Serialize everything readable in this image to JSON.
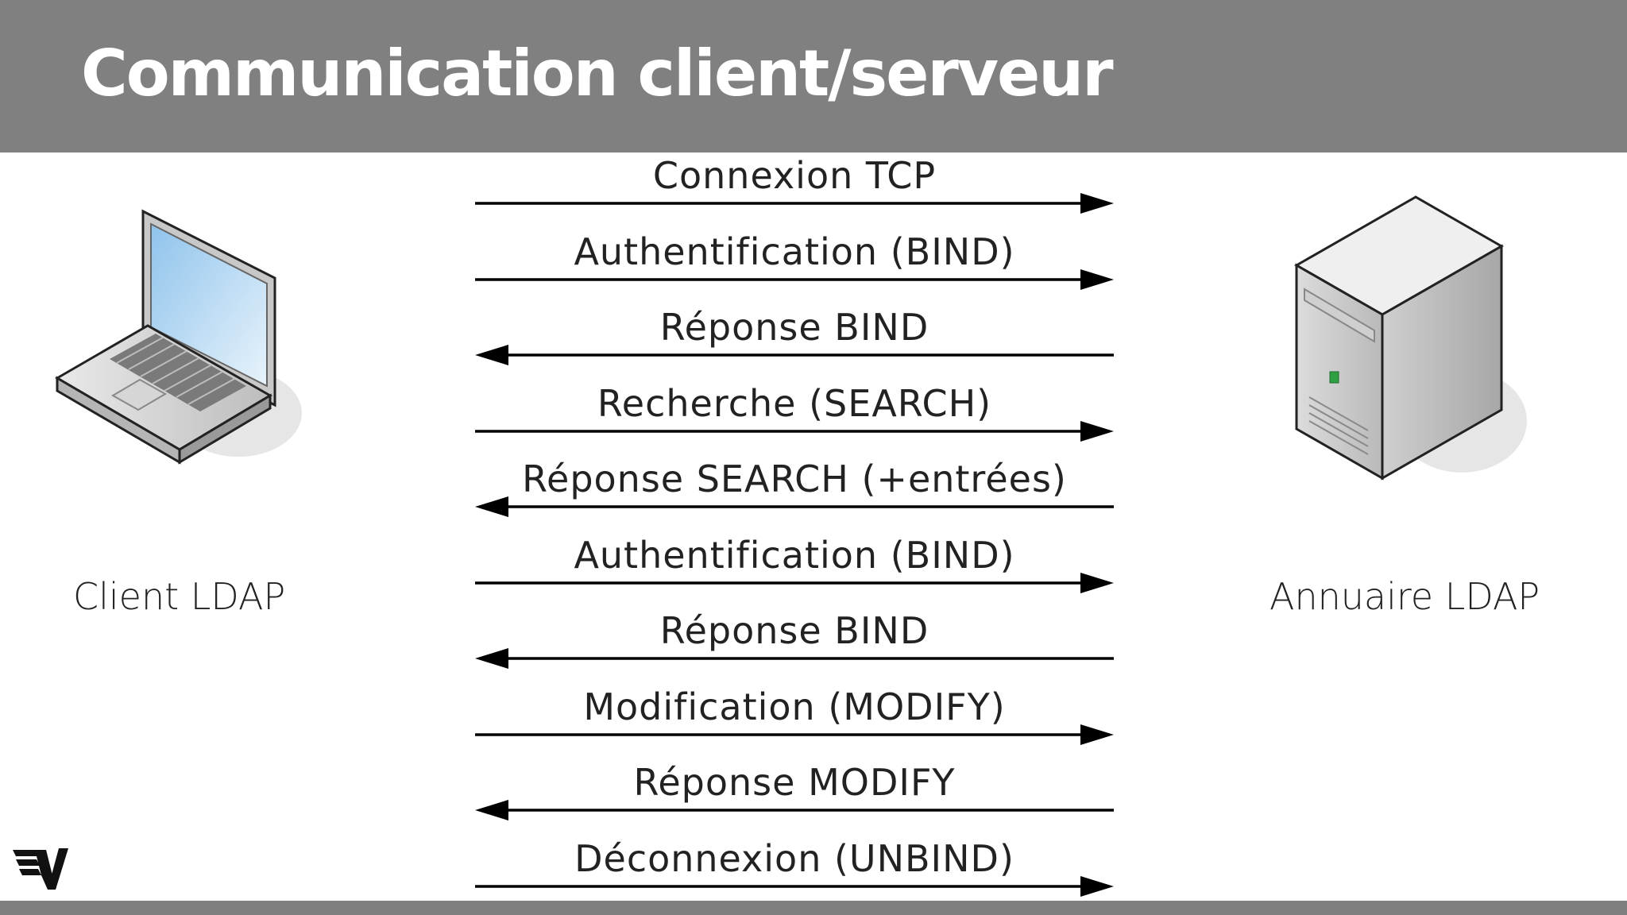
{
  "title": "Communication client/serveur",
  "client": {
    "label": "Client LDAP",
    "icon": "laptop-icon"
  },
  "server": {
    "label": "Annuaire LDAP",
    "icon": "server-icon"
  },
  "messages": [
    {
      "label": "Connexion TCP",
      "direction": "to-server"
    },
    {
      "label": "Authentification (BIND)",
      "direction": "to-server"
    },
    {
      "label": "Réponse BIND",
      "direction": "to-client"
    },
    {
      "label": "Recherche (SEARCH)",
      "direction": "to-server"
    },
    {
      "label": "Réponse SEARCH (+entrées)",
      "direction": "to-client"
    },
    {
      "label": "Authentification (BIND)",
      "direction": "to-server"
    },
    {
      "label": "Réponse BIND",
      "direction": "to-client"
    },
    {
      "label": "Modification (MODIFY)",
      "direction": "to-server"
    },
    {
      "label": "Réponse MODIFY",
      "direction": "to-client"
    },
    {
      "label": "Déconnexion (UNBIND)",
      "direction": "to-server"
    }
  ],
  "logo": {
    "icon": "brand-logo-icon"
  },
  "colors": {
    "header": "#808080",
    "arrow": "#000000",
    "screen": "#cfe6f7"
  }
}
